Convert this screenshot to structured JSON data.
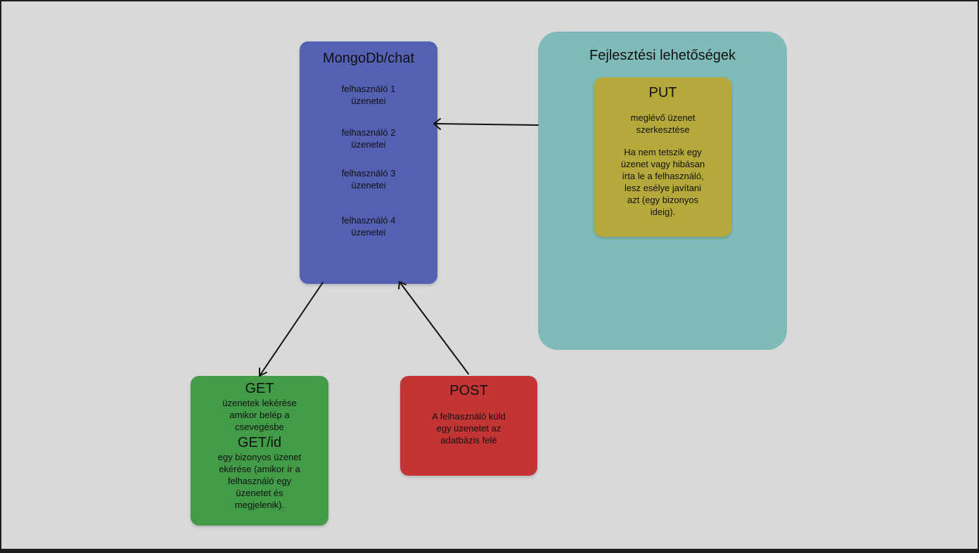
{
  "mongo": {
    "title": "MongoDb/chat",
    "entries": [
      "felhasználó 1\nüzenetei",
      "felhasználó 2\nüzenetei",
      "felhasználó 3\nüzenetei",
      "felhasználó 4\nüzenetei"
    ]
  },
  "future": {
    "title": "Fejlesztési lehetőségek",
    "put": {
      "title": "PUT",
      "desc1": "meglévő üzenet\nszerkesztése",
      "desc2": "Ha nem tetszik egy\nüzenet vagy hibásan\nírta le a felhasználó,\nlesz esélye javítani\nazt (egy bizonyos\nideig)."
    }
  },
  "get": {
    "title": "GET",
    "desc": "üzenetek lekérése\namikor belép a\ncsevegésbe",
    "title2": "GET/id",
    "desc2": "egy bizonyos üzenet\nekérése (amikor ír a\nfelhasználó egy\nüzenetet és\nmegjelenik)."
  },
  "post": {
    "title": "POST",
    "desc": "A felhasználó küld\negy üzenetet az\nadatbázis felé"
  },
  "colors": {
    "mongo": "#5461b3",
    "future": "#7fbbb8",
    "put": "#b5a93c",
    "get": "#429b47",
    "post": "#c33535"
  }
}
